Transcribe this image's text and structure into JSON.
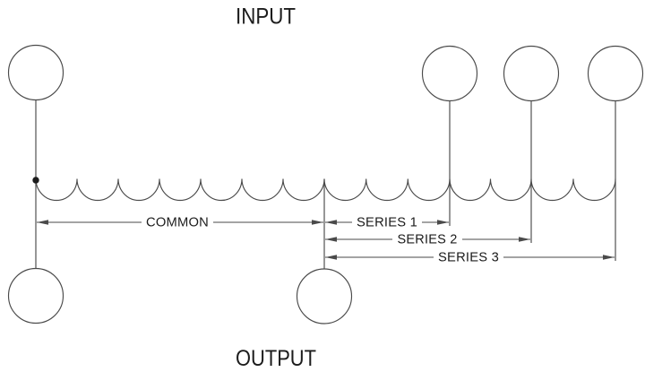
{
  "diagram": {
    "type": "tapped-coil-schematic",
    "input_label": "INPUT",
    "output_label": "OUTPUT",
    "winding": {
      "total_turn_arcs": 14,
      "common_tap_has_junction_dot": true,
      "top_terminals": 4,
      "bottom_terminals": 2
    },
    "sections": [
      {
        "label": "COMMON",
        "turn_arcs": 7,
        "from": "input-junction",
        "to": "common-tap"
      },
      {
        "label": "SERIES 1",
        "turn_arcs": 3,
        "from": "common-tap",
        "to": "series-1-terminal"
      },
      {
        "label": "SERIES 2",
        "turn_arcs": 5,
        "from": "common-tap",
        "to": "series-2-terminal"
      },
      {
        "label": "SERIES 3",
        "turn_arcs": 7,
        "from": "common-tap",
        "to": "series-3-terminal"
      }
    ]
  },
  "colors": {
    "line": "#4a4a4a",
    "ink": "#1c1c1c",
    "background": "#ffffff"
  }
}
